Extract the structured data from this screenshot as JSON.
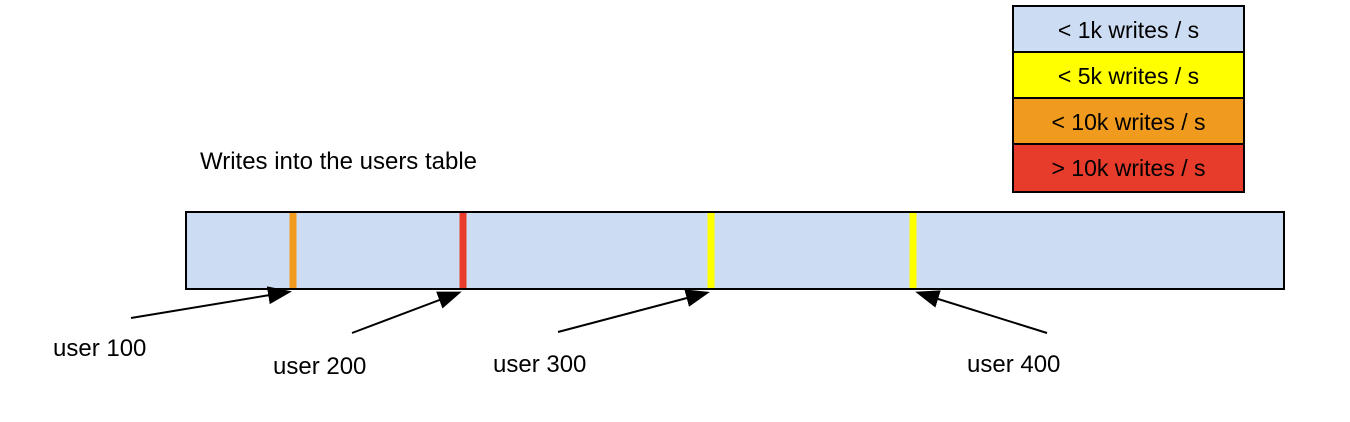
{
  "title": "Writes into the users table",
  "colors": {
    "table_fill": "#ccdcf2",
    "yellow": "#ffff00",
    "orange": "#f09a1e",
    "red": "#e73c2b",
    "border": "#000000"
  },
  "legend": {
    "items": [
      {
        "label": "< 1k writes / s",
        "color": "#ccdcf2"
      },
      {
        "label": "< 5k writes / s",
        "color": "#ffff00"
      },
      {
        "label": "< 10k writes / s",
        "color": "#f09a1e"
      },
      {
        "label": "> 10k writes / s",
        "color": "#e73c2b"
      }
    ]
  },
  "table_bar": {
    "fill": "#ccdcf2",
    "markers": [
      {
        "user": "user 100",
        "rate": "< 10k writes / s",
        "color": "#f09a1e",
        "offset_pct": 9.7
      },
      {
        "user": "user 200",
        "rate": "> 10k writes / s",
        "color": "#e73c2b",
        "offset_pct": 25.2
      },
      {
        "user": "user 300",
        "rate": "< 5k writes / s",
        "color": "#ffff00",
        "offset_pct": 47.8
      },
      {
        "user": "user 400",
        "rate": "< 5k writes / s",
        "color": "#ffff00",
        "offset_pct": 66.2
      }
    ]
  },
  "annotations": [
    {
      "label": "user 100"
    },
    {
      "label": "user 200"
    },
    {
      "label": "user 300"
    },
    {
      "label": "user 400"
    }
  ]
}
